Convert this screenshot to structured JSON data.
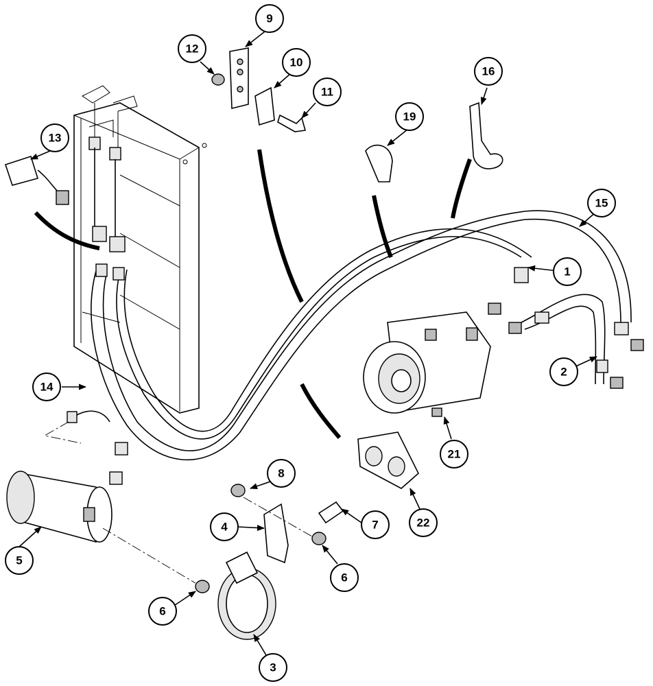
{
  "callouts": [
    {
      "id": "c1",
      "label": "1"
    },
    {
      "id": "c2",
      "label": "2"
    },
    {
      "id": "c3",
      "label": "3"
    },
    {
      "id": "c4",
      "label": "4"
    },
    {
      "id": "c5",
      "label": "5"
    },
    {
      "id": "c6a",
      "label": "6"
    },
    {
      "id": "c6b",
      "label": "6"
    },
    {
      "id": "c7",
      "label": "7"
    },
    {
      "id": "c8",
      "label": "8"
    },
    {
      "id": "c9",
      "label": "9"
    },
    {
      "id": "c10",
      "label": "10"
    },
    {
      "id": "c11",
      "label": "11"
    },
    {
      "id": "c12",
      "label": "12"
    },
    {
      "id": "c13",
      "label": "13"
    },
    {
      "id": "c14",
      "label": "14"
    },
    {
      "id": "c15",
      "label": "15"
    },
    {
      "id": "c16",
      "label": "16"
    },
    {
      "id": "c19",
      "label": "19"
    },
    {
      "id": "c21",
      "label": "21"
    },
    {
      "id": "c22",
      "label": "22"
    }
  ]
}
